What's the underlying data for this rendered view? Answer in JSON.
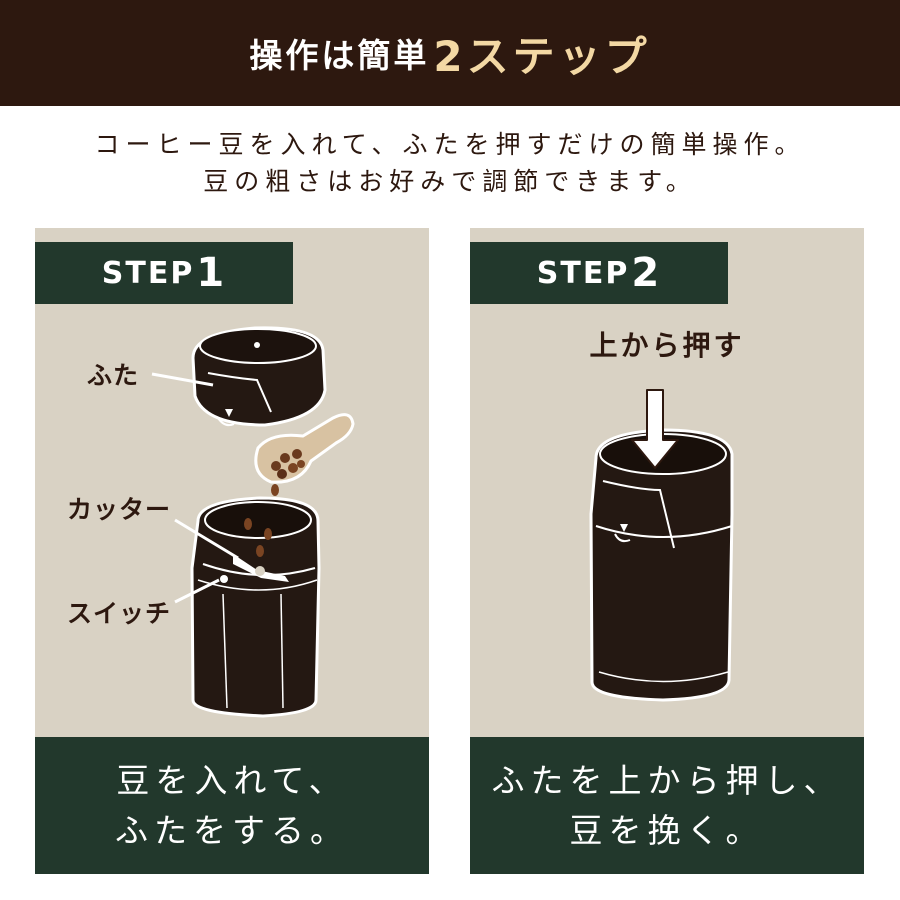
{
  "header": {
    "title_main": "操作は簡単",
    "title_accent": "2ステップ"
  },
  "intro": {
    "line1": "コーヒー豆を入れて、ふたを押すだけの簡単操作。",
    "line2": "豆の粗さはお好みで調節できます。"
  },
  "steps": [
    {
      "label": "STEP",
      "number": "1",
      "callouts": {
        "lid": "ふた",
        "cutter": "カッター",
        "switch": "スイッチ"
      },
      "caption_line1": "豆を入れて、",
      "caption_line2": "ふたをする。"
    },
    {
      "label": "STEP",
      "number": "2",
      "instruction": "上から押す",
      "caption_line1": "ふたを上から押し、",
      "caption_line2": "豆を挽く。"
    }
  ],
  "colors": {
    "header_bg": "#2d180f",
    "accent": "#f3d8a4",
    "panel_bg": "#d9d2c4",
    "step_green": "#22382c",
    "text_brown": "#2d180f"
  }
}
